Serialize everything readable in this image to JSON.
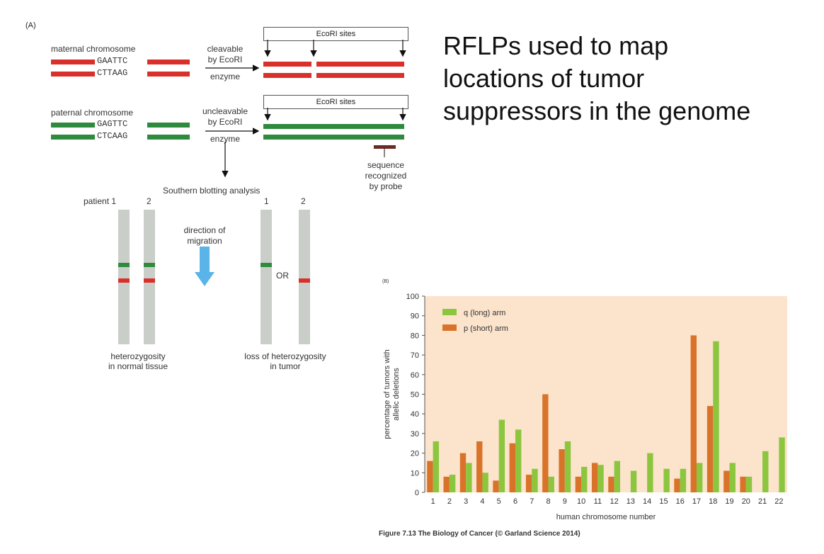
{
  "panel_a": {
    "label": "(A)",
    "maternal": {
      "label": "maternal chromosome",
      "top_seq": "GAATTC",
      "bottom_seq": "CTTAAG",
      "enzyme_lines": [
        "cleavable",
        "by EcoRI",
        "enzyme"
      ]
    },
    "paternal": {
      "label": "paternal chromosome",
      "top_seq": "GAGTTC",
      "bottom_seq": "CTCAAG",
      "enzyme_lines": [
        "uncleavable",
        "by EcoRI",
        "enzyme"
      ]
    },
    "ecori_label": "EcoRI sites",
    "probe_label": [
      "sequence",
      "recognized",
      "by probe"
    ],
    "southern_label": "Southern blotting analysis",
    "patient_label": "patient 1",
    "lane_2": "2",
    "lane_1": "1",
    "migration_label": [
      "direction of",
      "migration"
    ],
    "or_label": "OR",
    "hetero_label": [
      "heterozygosity",
      "in normal tissue"
    ],
    "loh_label": [
      "loss of heterozygosity",
      "in tumor"
    ],
    "colors": {
      "maternal": "#d9302c",
      "paternal": "#2e8b3d",
      "arrow": "#5ab4e8"
    }
  },
  "title": "RFLPs used to map locations of tumor suppressors in the genome",
  "caption": "Figure 7.13 The Biology of Cancer (© Garland Science 2014)",
  "chart_data": {
    "type": "bar",
    "panel_label": "(B)",
    "categories": [
      "1",
      "2",
      "3",
      "4",
      "5",
      "6",
      "7",
      "8",
      "9",
      "10",
      "11",
      "12",
      "13",
      "14",
      "15",
      "16",
      "17",
      "18",
      "19",
      "20",
      "21",
      "22"
    ],
    "series": [
      {
        "name": "q (long) arm",
        "color": "#8cc63f",
        "values": [
          26,
          9,
          15,
          10,
          37,
          32,
          12,
          8,
          26,
          13,
          14,
          16,
          11,
          20,
          12,
          12,
          15,
          77,
          15,
          8,
          21,
          28
        ]
      },
      {
        "name": "p (short) arm",
        "color": "#d9732a",
        "values": [
          16,
          8,
          20,
          26,
          6,
          25,
          9,
          50,
          22,
          8,
          15,
          8,
          null,
          null,
          null,
          7,
          80,
          44,
          11,
          8,
          null,
          null
        ]
      }
    ],
    "xlabel": "human chromosome number",
    "ylabel_lines": [
      "percentage of tumors with",
      "allelic deletions"
    ],
    "ylim": [
      0,
      100
    ],
    "yticks": [
      0,
      10,
      20,
      30,
      40,
      50,
      60,
      70,
      80,
      90,
      100
    ],
    "legend_position": "top-left",
    "background": "#fbe3cc",
    "grid": false
  }
}
